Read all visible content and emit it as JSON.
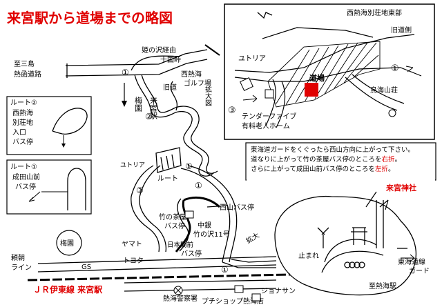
{
  "title": "来宮駅から道場までの略図",
  "labels": {
    "to_mishima": "至三島",
    "atami_bypass": "熱函道路",
    "himenosawa": "姫の沢経由",
    "jikkoku": "十国峠",
    "golf_line1": "西熱海",
    "golf_line2": "ゴルフ場",
    "kyu_michi": "旧道",
    "umezono_v": "梅園",
    "kinomiya_station_v": "来宮駅",
    "kakudai": "拡大図",
    "route2_title": "ルート②",
    "route2_l1": "西熱海",
    "route2_l2": "別荘地",
    "route2_l3": "入口",
    "route2_l4": "バス停",
    "route1_title": "ルート①",
    "route1_l1": "成田山前",
    "route1_l2": "バス停",
    "eutoria_small": "ユトリア",
    "route_label": "ルート",
    "nishiyama_bus": "西山バス停",
    "takenochaya_l1": "竹の茶屋",
    "takenochaya_l2": "バス停",
    "chugin": "中銀",
    "takenosawa": "竹の沢11号",
    "yamato": "ヤマト",
    "nihonkan_l1": "日本閣前",
    "nihonkan_l2": "バス停",
    "umezono_circle": "梅園",
    "yoritomo_l1": "頼朝",
    "yoritomo_l2": "ライン",
    "gs": "GS",
    "toyota": "トヨタ",
    "jr_line": "ＪＲ伊東線 来宮駅",
    "police": "熱海警察署",
    "jonathan": "ジョナサン",
    "petit_shop": "プチショップ熱海店",
    "kinomiya_shrine": "来宮神社",
    "tomare": "止まれ",
    "tokaido_l1": "東海道線",
    "tokaido_l2": "ガード",
    "to_atami_station": "至熱海駅",
    "kakudai2": "拡大",
    "inset_villa": "西熱海別荘地東部",
    "inset_kyu": "旧道側",
    "inset_eutoria": "ユトリア",
    "inset_dojo": "道場",
    "inset_toukai": "鳥海山荘",
    "inset_tender_l1": "テンダーファイブ",
    "inset_tender_l2": "有料老人ホーム",
    "num1": "①",
    "num2": "②",
    "num3": "③"
  },
  "directions": {
    "line1": "東海道ガードをくぐったら西山方向に上がって下さい。",
    "line2_pre": "道なりに上がって竹の茶屋バス停のところを",
    "line2_em": "右折",
    "line2_post": "。",
    "line3_pre": "さらに上がって成田山前バス停のところを",
    "line3_em": "左折",
    "line3_post": "。"
  },
  "colors": {
    "accent": "#e00000",
    "ink": "#000000"
  }
}
